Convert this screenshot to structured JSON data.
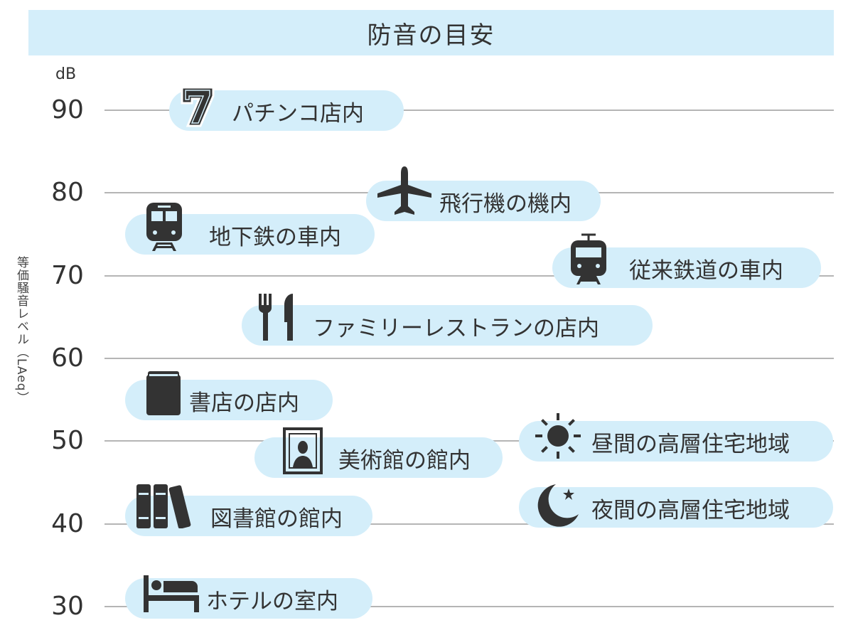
{
  "title": "防音の目安",
  "chart_data": {
    "type": "scatter",
    "title": "防音の目安",
    "unit": "dB",
    "ylabel": "等価騒音レベル（LAeq）",
    "ylim": [
      30,
      90
    ],
    "yticks": [
      "90",
      "80",
      "70",
      "60",
      "50",
      "40",
      "30"
    ],
    "ytick_values": [
      90,
      80,
      70,
      60,
      50,
      40,
      30
    ],
    "grid": true,
    "items": [
      {
        "label": "パチンコ店内",
        "value": 90,
        "icon": "slot-seven-icon"
      },
      {
        "label": "飛行機の機内",
        "value": 79,
        "icon": "airplane-icon"
      },
      {
        "label": "地下鉄の車内",
        "value": 75,
        "icon": "subway-icon"
      },
      {
        "label": "従来鉄道の車内",
        "value": 71,
        "icon": "train-icon"
      },
      {
        "label": "ファミリーレストランの店内",
        "value": 64,
        "icon": "fork-knife-icon"
      },
      {
        "label": "書店の店内",
        "value": 55,
        "icon": "book-icon"
      },
      {
        "label": "昼間の高層住宅地域",
        "value": 50,
        "icon": "sun-icon"
      },
      {
        "label": "美術館の館内",
        "value": 48,
        "icon": "picture-frame-icon"
      },
      {
        "label": "夜間の高層住宅地域",
        "value": 42,
        "icon": "moon-star-icon"
      },
      {
        "label": "図書館の館内",
        "value": 41,
        "icon": "books-icon"
      },
      {
        "label": "ホテルの室内",
        "value": 31,
        "icon": "bed-icon"
      }
    ]
  }
}
